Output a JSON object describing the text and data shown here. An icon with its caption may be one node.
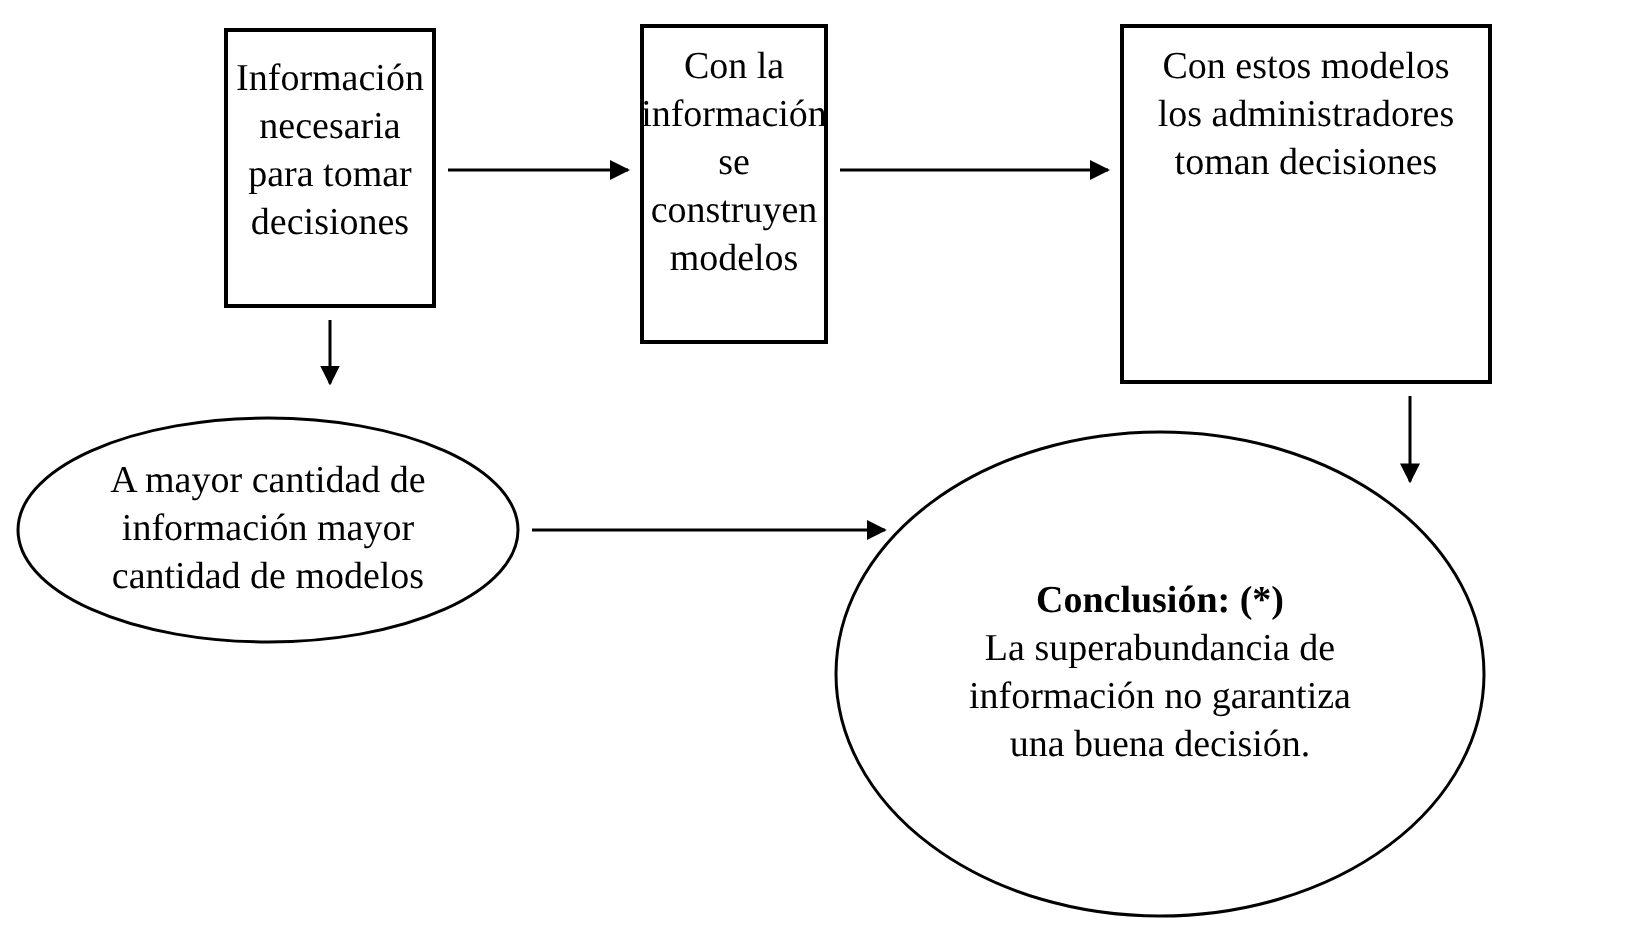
{
  "diagram": {
    "nodes": [
      {
        "text": [
          "Información necesaria para tomar decisiones"
        ]
      },
      {
        "text": [
          "Con la información se construyen modelos"
        ]
      },
      {
        "text": [
          "Con estos modelos los administradores toman decisiones"
        ]
      },
      {
        "text": [
          "A mayor cantidad de información  mayor cantidad de modelos"
        ]
      },
      {
        "text": [
          "Conclusión: (*)",
          "La superabundancia de información no garantiza una buena decisión."
        ]
      }
    ],
    "edges": [
      {
        "from": 0,
        "to": 1,
        "arrow": "to"
      },
      {
        "from": 1,
        "to": 2,
        "arrow": "to"
      },
      {
        "from": 0,
        "to": 3,
        "arrow": "to"
      },
      {
        "from": 2,
        "to": 4,
        "arrow": "to"
      },
      {
        "from": 3,
        "to": 4,
        "arrow": "to"
      }
    ]
  }
}
